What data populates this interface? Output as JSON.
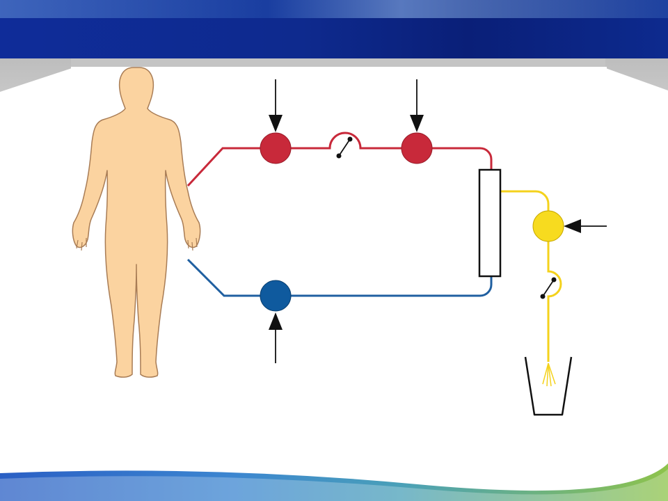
{
  "slide": {
    "header": {
      "title": ""
    },
    "diagram": {
      "colors": {
        "arterial_line": "#c8293a",
        "venous_line": "#1f5fa0",
        "dialysate_line": "#f4d21c",
        "body_fill": "#fbd3a0",
        "body_stroke": "#a87c55",
        "header_blue": "#0e2a8e",
        "footer_green": "#8ec34b"
      },
      "icons": {
        "human_body": "human-body-icon",
        "arterial_pump_1": "red-pump-circle",
        "arterial_pump_2": "red-pump-circle",
        "venous_pump": "blue-pump-circle",
        "dialysate_pump": "yellow-pump-circle",
        "dialyzer": "dialyzer-rectangle",
        "clamp": "clamp-switch-icon",
        "collection_cup": "cup-icon"
      }
    }
  }
}
